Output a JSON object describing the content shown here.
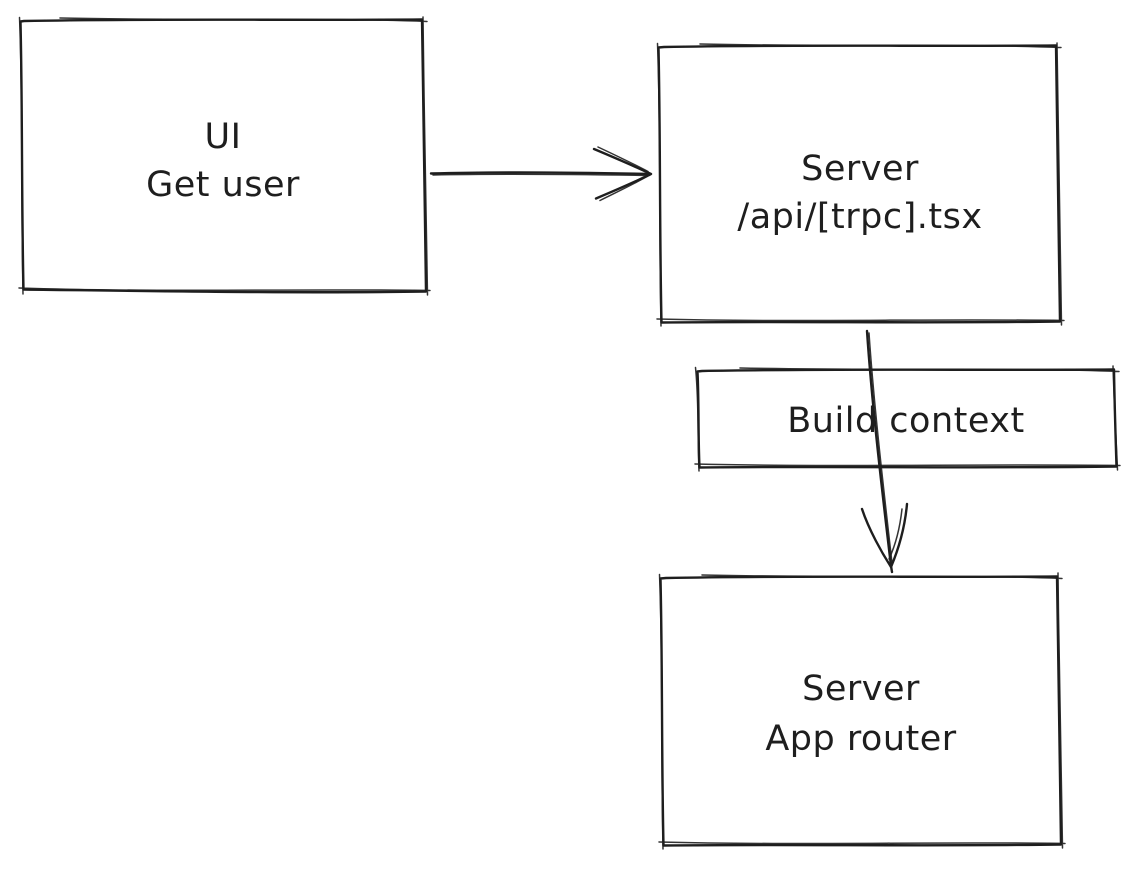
{
  "canvas": {
    "background_color": "#ffffff",
    "stroke_color": "#1e1e1e",
    "text_color": "#1e1e1e",
    "style": "hand-drawn-sketch"
  },
  "nodes": {
    "ui": {
      "line1": "UI",
      "line2": "Get user"
    },
    "server_api": {
      "line1": "Server",
      "line2": "/api/[trpc].tsx"
    },
    "build_context": {
      "label": "Build context"
    },
    "server_router": {
      "line1": "Server",
      "line2": "App router"
    }
  },
  "edges": {
    "ui_to_server_api": {
      "from": "UI Get user",
      "to": "Server /api/[trpc].tsx",
      "direction": "right"
    },
    "server_api_to_router": {
      "from": "Server /api/[trpc].tsx",
      "to": "Server App router",
      "direction": "down",
      "label": "Build context"
    }
  }
}
